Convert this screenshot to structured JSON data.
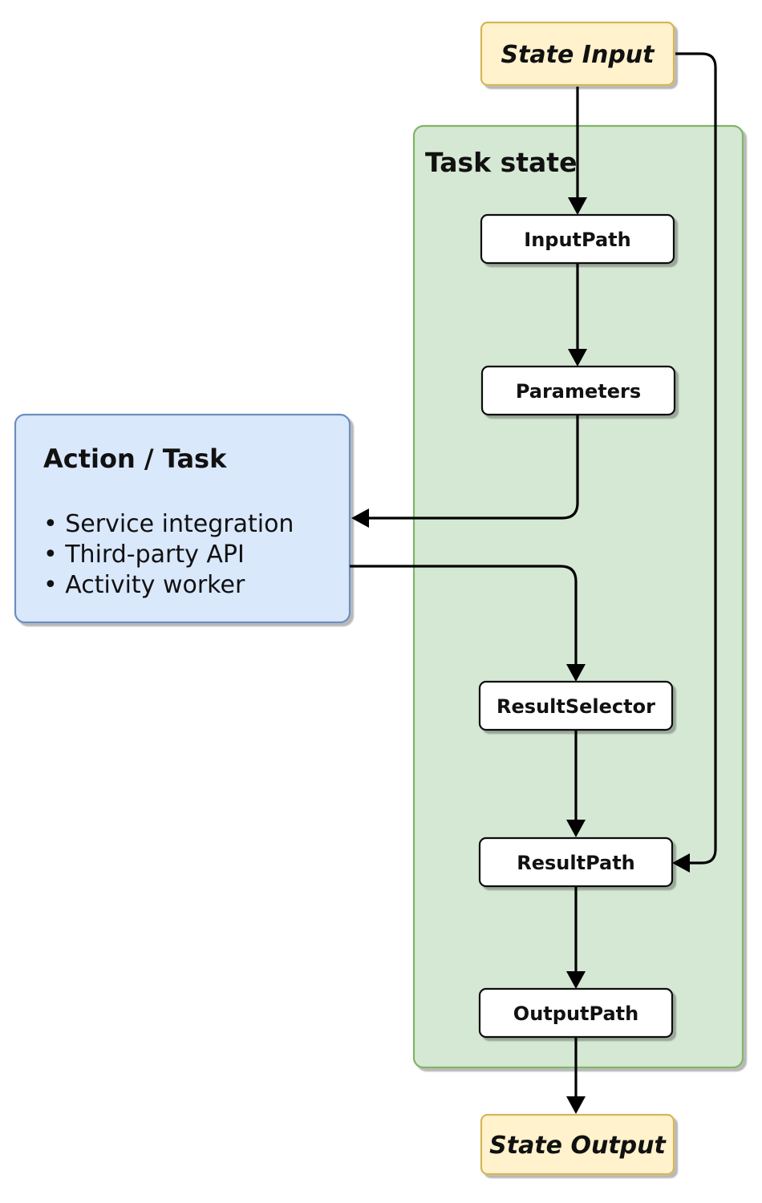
{
  "colors": {
    "task_fill": "#d5e8d4",
    "task_stroke": "#82b366",
    "io_fill": "#fff2cc",
    "io_stroke": "#d6b656",
    "action_fill": "#dae8fc",
    "action_stroke": "#6c8ebf",
    "node_fill": "#ffffff",
    "node_stroke": "#111111",
    "edge": "#000000"
  },
  "diagram": {
    "state_input": "State Input",
    "task_state_title": "Task state",
    "steps": {
      "input_path": "InputPath",
      "parameters": "Parameters",
      "result_selector": "ResultSelector",
      "result_path": "ResultPath",
      "output_path": "OutputPath"
    },
    "action": {
      "title": "Action / Task",
      "items": [
        "• Service integration",
        "• Third-party API",
        "• Activity worker"
      ]
    },
    "state_output": "State Output"
  }
}
